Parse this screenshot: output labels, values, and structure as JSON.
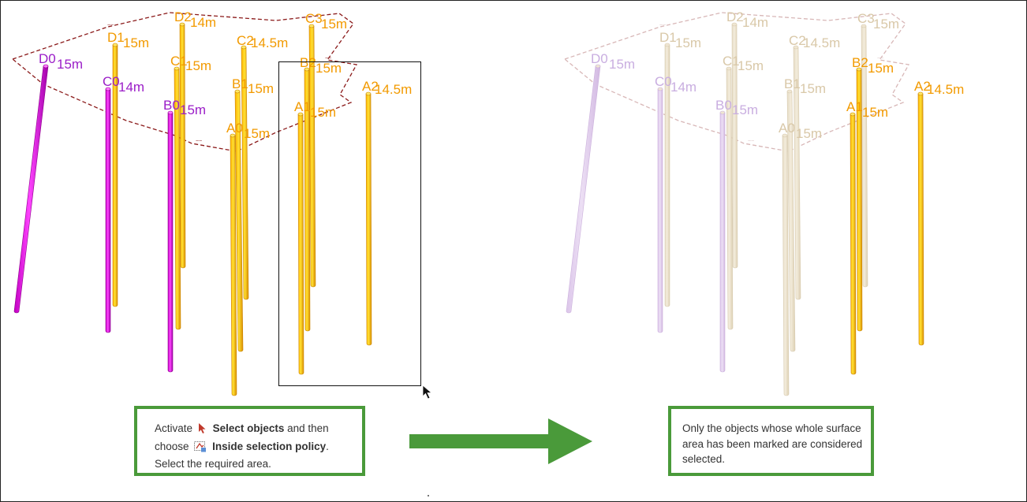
{
  "boreholes": [
    {
      "id": "D0",
      "label": "D0",
      "depth": "15m",
      "color": "magenta"
    },
    {
      "id": "D1",
      "label": "D1",
      "depth": "15m",
      "color": "yellow"
    },
    {
      "id": "D2",
      "label": "D2",
      "depth": "14m",
      "color": "yellow"
    },
    {
      "id": "C0",
      "label": "C0",
      "depth": "14m",
      "color": "magenta"
    },
    {
      "id": "C1",
      "label": "C1",
      "depth": "15m",
      "color": "yellow"
    },
    {
      "id": "C2",
      "label": "C2",
      "depth": "14.5m",
      "color": "yellow"
    },
    {
      "id": "C3",
      "label": "C3",
      "depth": "15m",
      "color": "yellow"
    },
    {
      "id": "B0",
      "label": "B0",
      "depth": "15m",
      "color": "magenta"
    },
    {
      "id": "B1",
      "label": "B1",
      "depth": "15m",
      "color": "yellow"
    },
    {
      "id": "B2",
      "label": "B2",
      "depth": "15m",
      "color": "yellow"
    },
    {
      "id": "A0",
      "label": "A0",
      "depth": "15m",
      "color": "yellow"
    },
    {
      "id": "A1",
      "label": "A1",
      "depth": "15m",
      "color": "yellow"
    },
    {
      "id": "A2",
      "label": "A2",
      "depth": "14.5m",
      "color": "yellow"
    }
  ],
  "selected_after": [
    "B2",
    "A1",
    "A2"
  ],
  "colors": {
    "yellow": "#ffc400",
    "yellow_label": "#f29a00",
    "magenta": "#e21fe0",
    "magenta_label": "#9b1ec8",
    "outline": "#8b1a1a",
    "note_border": "#4a9a3a",
    "arrow": "#4a9a3a"
  },
  "left_note": {
    "text1": "Activate",
    "bold1": "Select objects",
    "text2": " and then choose",
    "bold2": "Inside selection policy",
    "text3": ". Select the required area.",
    "icon1": "select-objects-icon",
    "icon2": "inside-selection-policy-icon"
  },
  "right_note": {
    "text": "Only the objects whose whole surface area has been marked are considered selected."
  }
}
